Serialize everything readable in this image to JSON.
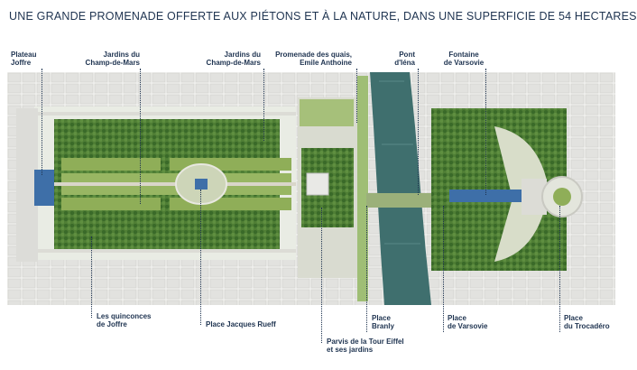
{
  "heading": "UNE GRANDE PROMENADE OFFERTE AUX PIÉTONS ET À LA NATURE, DANS UNE SUPERFICIE DE 54 HECTARES",
  "colors": {
    "heading": "#1e3350",
    "labels": "#1e3350",
    "river": "#3f6f6e",
    "lawn": "#8fae58",
    "trees": "#3d6b2c",
    "buildings": "#e6e6e6",
    "plaza_blue": "#3e6fa8"
  },
  "top_labels": [
    {
      "line1": "Plateau",
      "line2": "Joffre"
    },
    {
      "line1": "Jardins du",
      "line2": "Champ-de-Mars"
    },
    {
      "line1": "Jardins du",
      "line2": "Champ-de-Mars"
    },
    {
      "line1": "Promenade des quais,",
      "line2": "Emile Anthoine"
    },
    {
      "line1": "Pont",
      "line2": "d'Iéna"
    },
    {
      "line1": "Fontaine",
      "line2": "de Varsovie"
    }
  ],
  "bottom_labels": [
    {
      "line1": "Les quinconces",
      "line2": "de Joffre"
    },
    {
      "line1": "Place Jacques Rueff",
      "line2": ""
    },
    {
      "line1": "Parvis de la Tour Eiffel",
      "line2": "et ses jardins"
    },
    {
      "line1": "Place",
      "line2": "Branly"
    },
    {
      "line1": "Place",
      "line2": "de Varsovie"
    },
    {
      "line1": "Place",
      "line2": "du Trocadéro"
    }
  ]
}
